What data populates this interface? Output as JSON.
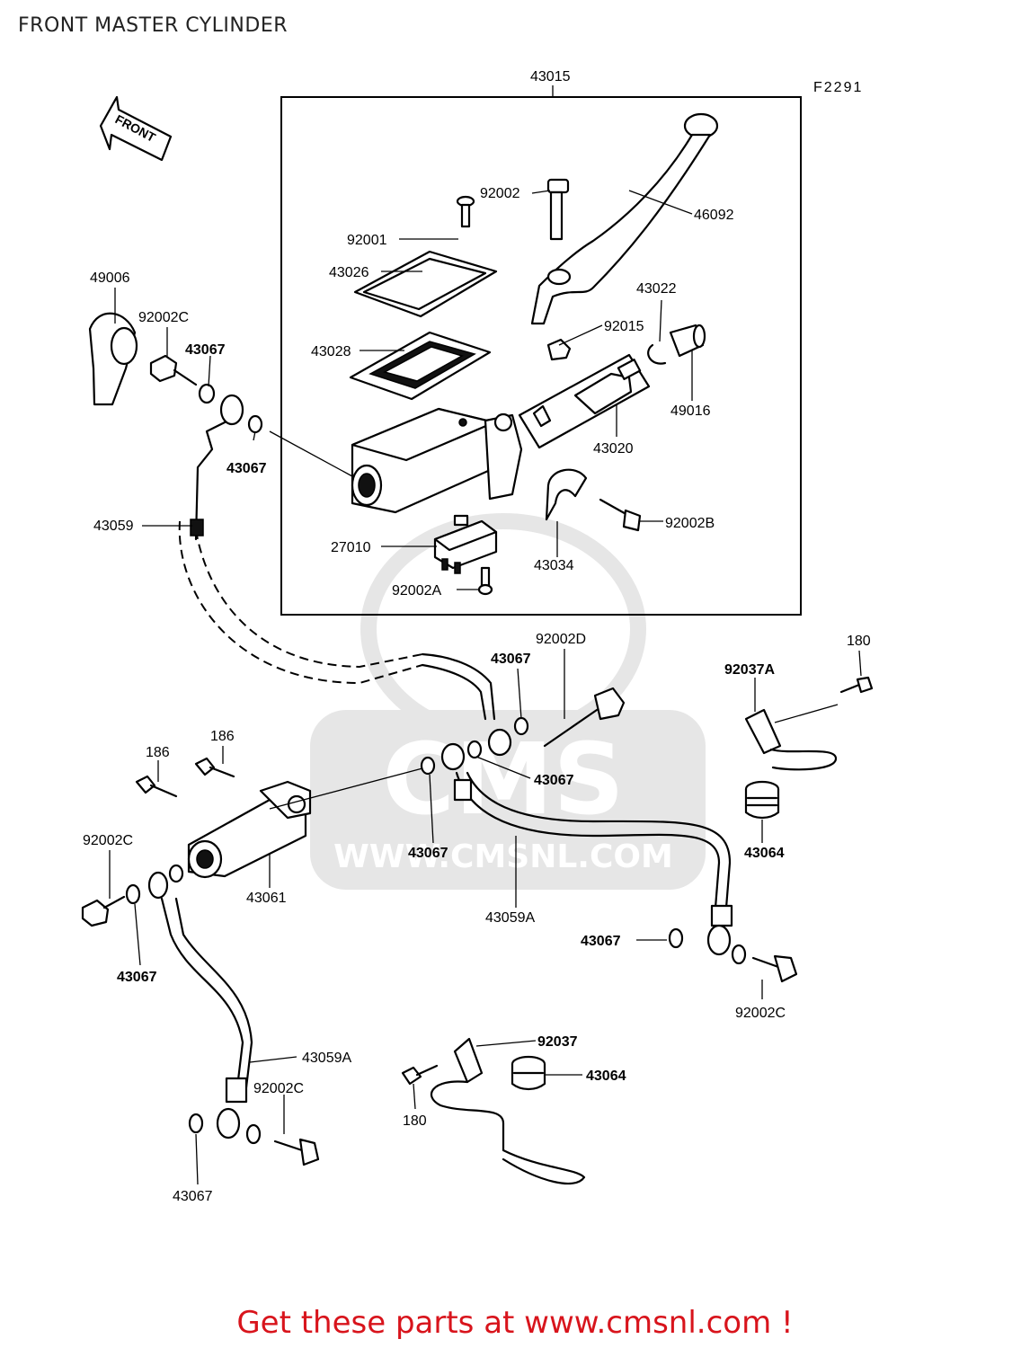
{
  "header": {
    "title": "FRONT MASTER CYLINDER"
  },
  "diagram": {
    "figure_code": "F2291",
    "front_arrow_label": "FRONT",
    "labels": {
      "l43015": "43015",
      "l92002": "92002",
      "l46092": "46092",
      "l92001": "92001",
      "l43026": "43026",
      "l49006": "49006",
      "l92002C_top": "92002C",
      "l43067_a": "43067",
      "l43028": "43028",
      "l43022": "43022",
      "l92015": "92015",
      "l49016": "49016",
      "l43020": "43020",
      "l43067_b": "43067",
      "l43059": "43059",
      "l27010": "27010",
      "l43034": "43034",
      "l92002B": "92002B",
      "l92002A": "92002A",
      "l92002D": "92002D",
      "l43067_c": "43067",
      "l180_top": "180",
      "l92037A": "92037A",
      "l186_a": "186",
      "l186_b": "186",
      "l43067_d": "43067",
      "l92002C_left": "92002C",
      "l43061": "43061",
      "l43067_e": "43067",
      "l43064_top": "43064",
      "l43059A_mid": "43059A",
      "l43067_f": "43067",
      "l43067_g": "43067",
      "l92002C_right": "92002C",
      "l92037": "92037",
      "l43064_bot": "43064",
      "l43059A_low": "43059A",
      "l92002C_low": "92002C",
      "l180_bot": "180",
      "l43067_h": "43067"
    }
  },
  "footer": {
    "cta": "Get these parts at www.cmsnl.com !"
  },
  "colors": {
    "cta": "#d8141c",
    "ink": "#000000",
    "watermark": "#e6e6e6"
  }
}
